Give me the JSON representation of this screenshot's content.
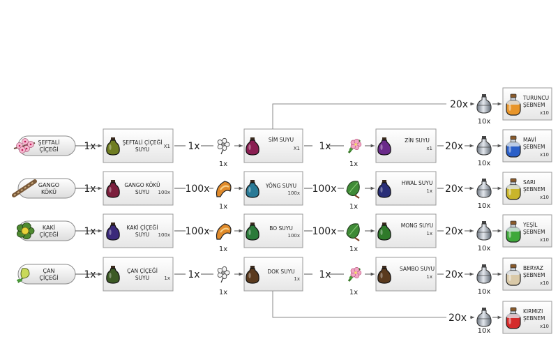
{
  "raw": [
    {
      "lines": [
        "ŞEFTALİ",
        "ÇİÇEĞİ"
      ],
      "icon": "peach-blossom-icon"
    },
    {
      "lines": [
        "GANGO",
        "KÖKÜ"
      ],
      "icon": "gango-root-icon"
    },
    {
      "lines": [
        "KAKİ",
        "ÇİÇEĞİ"
      ],
      "icon": "kaki-flower-icon"
    },
    {
      "lines": [
        "ÇAN",
        "ÇİÇEĞİ"
      ],
      "icon": "bell-flower-icon"
    }
  ],
  "step1": [
    {
      "lines": [
        "ŞEFTALİ ÇİÇEĞİ",
        "SUYU"
      ],
      "qty": "X1",
      "color": "#6f7d22"
    },
    {
      "lines": [
        "GANGO KÖKÜ",
        "SUYU"
      ],
      "qty": "100x",
      "color": "#7b1f3c"
    },
    {
      "lines": [
        "KAKİ ÇİÇEĞİ",
        "SUYU"
      ],
      "qty": "100x",
      "color": "#3b2a7a"
    },
    {
      "lines": [
        "ÇAN ÇİÇEĞİ",
        "SUYU"
      ],
      "qty": "1x",
      "color": "#3c5a25"
    }
  ],
  "step2": [
    {
      "lines": [
        "SİM SUYU"
      ],
      "qty": "X1",
      "color": "#8a1e52"
    },
    {
      "lines": [
        "YÖNG SUYU"
      ],
      "qty": "100x",
      "color": "#2a7a96"
    },
    {
      "lines": [
        "BO SUYU"
      ],
      "qty": "100x",
      "color": "#2b7a3a"
    },
    {
      "lines": [
        "DOK SUYU"
      ],
      "qty": "1x",
      "color": "#5a3a1e"
    }
  ],
  "step3": [
    {
      "lines": [
        "ZİN SUYU"
      ],
      "qty": "x1",
      "color": "#6a2a8a"
    },
    {
      "lines": [
        "HWAL SUYU"
      ],
      "qty": "1x",
      "color": "#2a2f78"
    },
    {
      "lines": [
        "MONG SUYU"
      ],
      "qty": "1x",
      "color": "#2f7a2a"
    },
    {
      "lines": [
        "SAMBO SUYU"
      ],
      "qty": "1x",
      "color": "#5a3a1e"
    }
  ],
  "ingredients": {
    "rows": [
      {
        "a": "flower-icon",
        "b": "pink-flower-icon"
      },
      {
        "a": "mushroom-icon",
        "b": "green-herb-icon"
      },
      {
        "a": "mushroom-icon",
        "b": "green-herb-icon"
      },
      {
        "a": "flower-icon",
        "b": "pink-flower-icon"
      }
    ],
    "below_label": "1x"
  },
  "mult": {
    "raw_to_s1": [
      "1x",
      "1x",
      "1x",
      "1x"
    ],
    "s1_to_s2": [
      "1x",
      "100x",
      "100x",
      "1x"
    ],
    "s2_to_s3": [
      "1x",
      "100x",
      "100x",
      "1x"
    ],
    "to_flask": [
      "20x",
      "20x",
      "20x",
      "20x"
    ]
  },
  "flask_label": "10x",
  "results": [
    {
      "lines": [
        "TURUNCU",
        "ŞEBNEM"
      ],
      "qty": "x10",
      "color": "#e8952a"
    },
    {
      "lines": [
        "MAVİ",
        "ŞEBNEM"
      ],
      "qty": "x10",
      "color": "#2a5fc8"
    },
    {
      "lines": [
        "SARI",
        "ŞEBNEM"
      ],
      "qty": "x10",
      "color": "#c9b52a"
    },
    {
      "lines": [
        "YEŞİL",
        "ŞEBNEM"
      ],
      "qty": "x10",
      "color": "#3ea83a"
    },
    {
      "lines": [
        "BERYAZ",
        "ŞEBNEM"
      ],
      "qty": "x10",
      "color": "#d9c9a8"
    },
    {
      "lines": [
        "KIRMIZI",
        "ŞEBNEM"
      ],
      "qty": "x10",
      "color": "#d42a2a"
    }
  ],
  "branches": {
    "top_mult": "20x",
    "bottom_mult": "20x"
  }
}
